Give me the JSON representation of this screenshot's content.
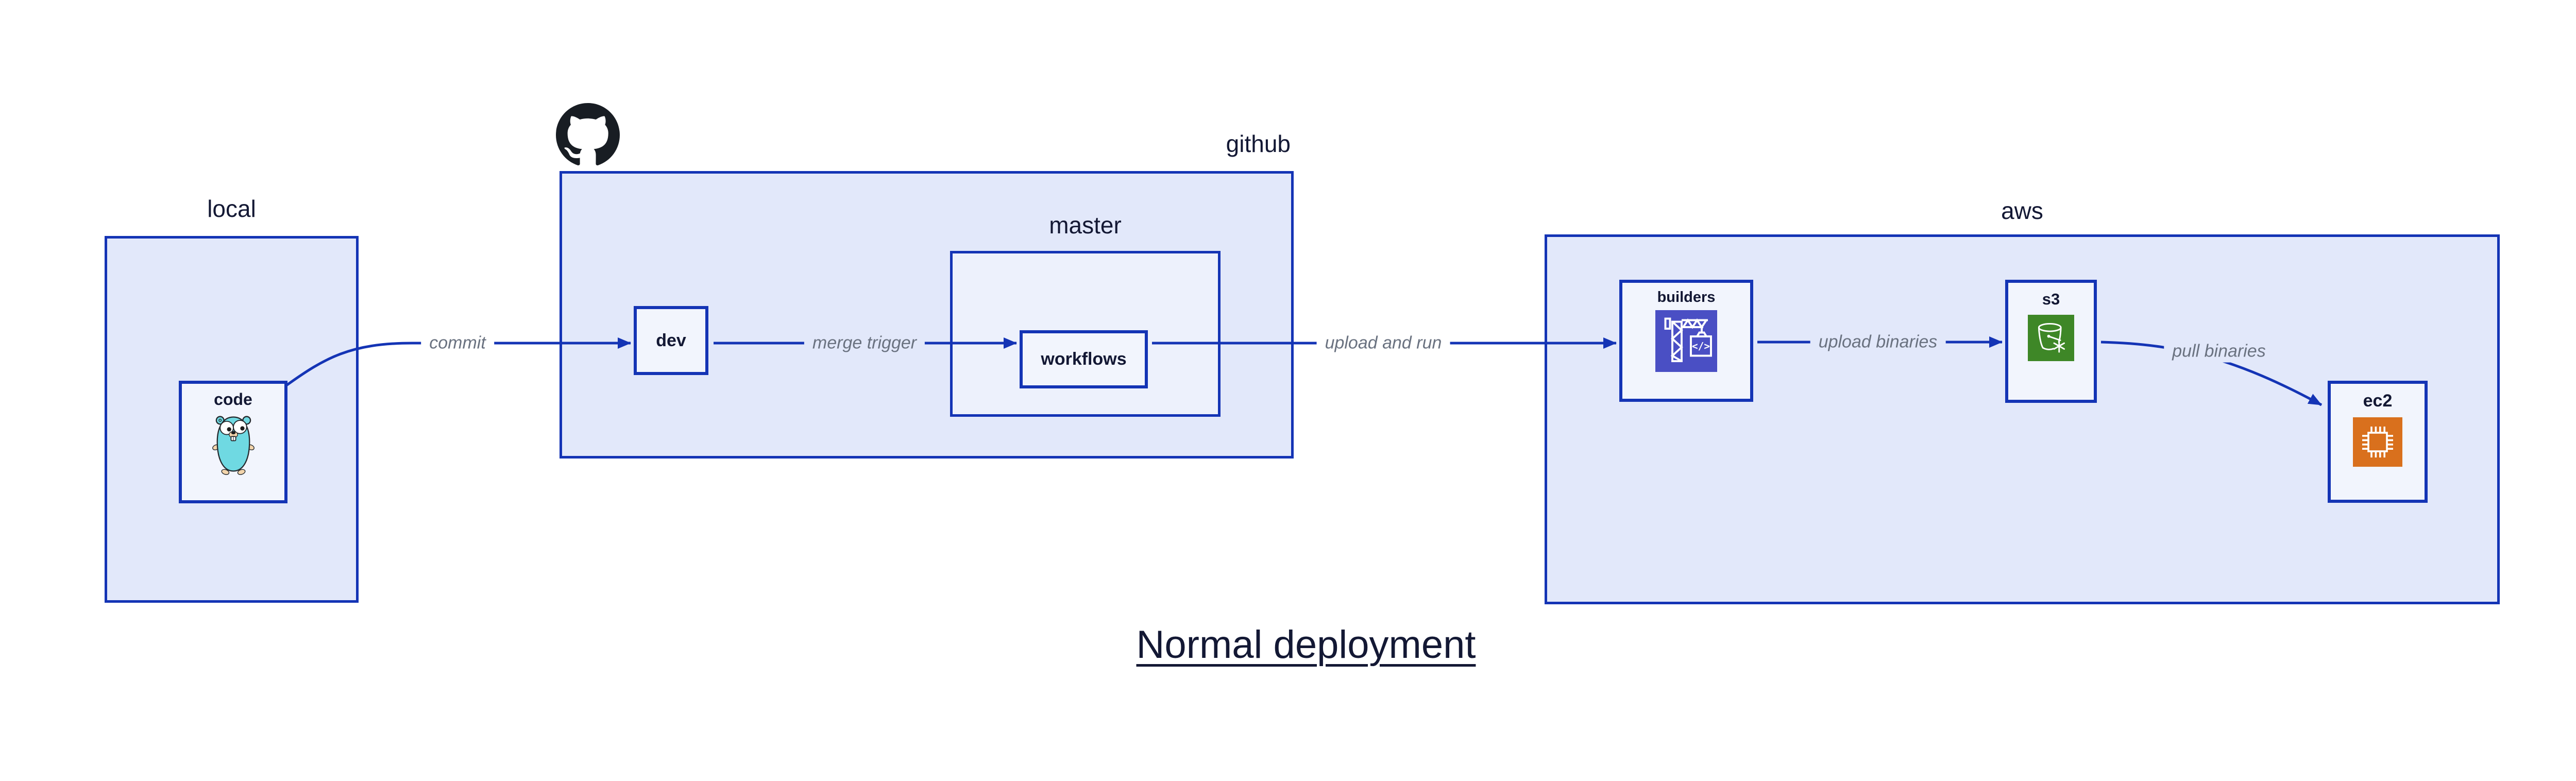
{
  "title": "Normal deployment",
  "groups": {
    "local": {
      "label": "local"
    },
    "github": {
      "label": "github"
    },
    "master": {
      "label": "master"
    },
    "aws": {
      "label": "aws"
    }
  },
  "nodes": {
    "code": {
      "label": "code",
      "icon": "go-gopher-icon"
    },
    "dev": {
      "label": "dev"
    },
    "workflows": {
      "label": "workflows"
    },
    "builders": {
      "label": "builders",
      "icon": "aws-codebuild-icon"
    },
    "s3": {
      "label": "s3",
      "icon": "aws-s3-glacier-icon"
    },
    "ec2": {
      "label": "ec2",
      "icon": "aws-ec2-icon"
    }
  },
  "edges": {
    "commit": {
      "label": "commit"
    },
    "merge_trigger": {
      "label": "merge trigger"
    },
    "upload_and_run": {
      "label": "upload and run"
    },
    "upload_binaries": {
      "label": "upload binaries"
    },
    "pull_binaries": {
      "label": "pull binaries"
    }
  },
  "icons": {
    "github_logo": "github-octocat-icon",
    "codebuild_glyph": "</>"
  },
  "colors": {
    "accent_blue": "#1434b5",
    "panel_fill": "#e2e8fa",
    "subpanel_fill": "#edf1fc",
    "node_fill": "#f2f5fd",
    "edge_label_gray": "#6a7280",
    "text_navy": "#131834",
    "octocat_black": "#181d23",
    "codebuild_indigo": "#4a4fc4",
    "s3_green": "#3e8727",
    "ec2_orange": "#d9701d",
    "gopher_teal": "#6fd9e2",
    "gopher_tan": "#f3d5ac"
  }
}
